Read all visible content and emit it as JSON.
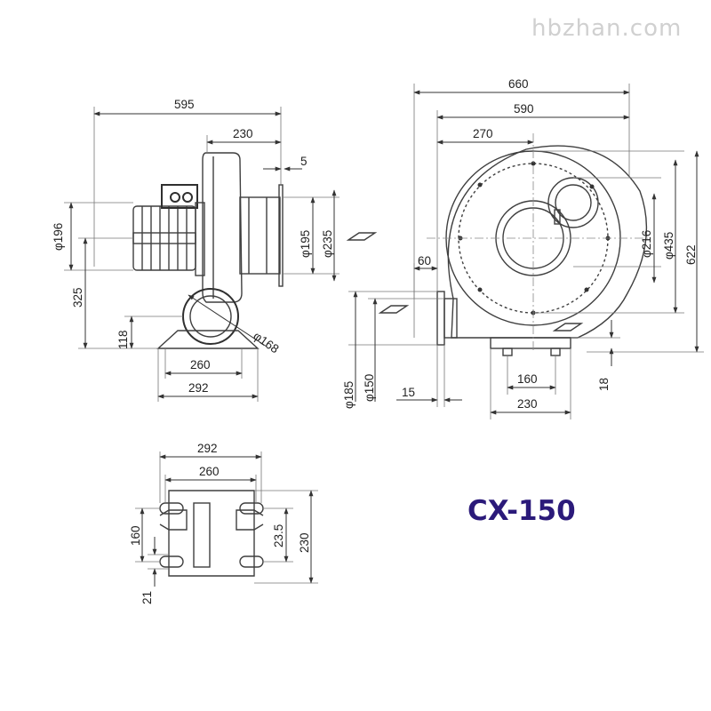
{
  "watermark": "hbzhan.com",
  "model_label": "CX-150",
  "model_color": "#2b1a7a",
  "side_view": {
    "overall_length": "595",
    "housing_width": "230",
    "offset": "5",
    "motor_dia": "φ196",
    "inlet_dia": "φ195",
    "flange_dia": "φ235",
    "shaft_height": "325",
    "outlet_height": "118",
    "outlet_dia": "φ168",
    "base_inner": "260",
    "base_outer": "292"
  },
  "front_view": {
    "overall_width": "660",
    "housing_width": "590",
    "center_offset": "270",
    "inlet_dia": "φ216",
    "bolt_circle_dia": "φ435",
    "overall_height": "622",
    "outlet_length": "60",
    "outlet_flange_dia": "φ185",
    "outlet_dia": "φ150",
    "flange_thickness": "15",
    "foot_holes": "160",
    "foot_width": "230",
    "foot_height": "18"
  },
  "base_view": {
    "outer_width": "292",
    "inner_width": "260",
    "hole_spacing": "160",
    "slot_length": "23.5",
    "base_depth": "230",
    "hole_dia": "21"
  }
}
